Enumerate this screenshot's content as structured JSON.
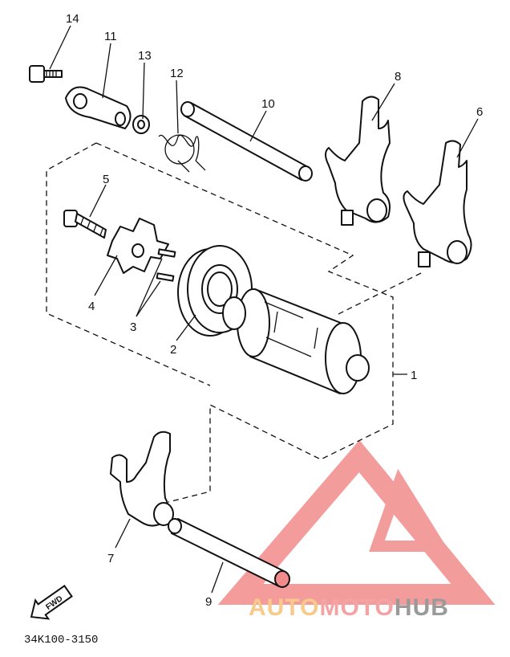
{
  "diagram": {
    "callouts": [
      "14",
      "11",
      "13",
      "12",
      "10",
      "8",
      "6",
      "5",
      "4",
      "3",
      "2",
      "1",
      "7",
      "9"
    ],
    "part_code": "34K100-3150",
    "fwd_label": "FWD"
  },
  "watermark": {
    "auto": "AUTO",
    "moto": "MOTO",
    "hub": "HUB",
    "colors": {
      "auto": "#f7c98a",
      "moto": "#f3a3a3",
      "hub": "#9a9a9a",
      "logo": "#f28b8b"
    }
  }
}
